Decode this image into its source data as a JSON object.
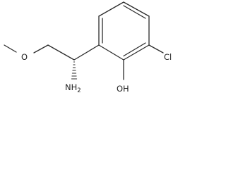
{
  "molecule": {
    "atoms": {
      "oxygen_ether": "O",
      "amine": {
        "main": "NH",
        "subscript": "2"
      },
      "hydroxyl": "OH",
      "chlorine": "Cl"
    },
    "stereo_bond": "hashed-wedge",
    "colors": {
      "bond": "#2b2b2b",
      "text": "#222222",
      "background": "#ffffff"
    }
  }
}
